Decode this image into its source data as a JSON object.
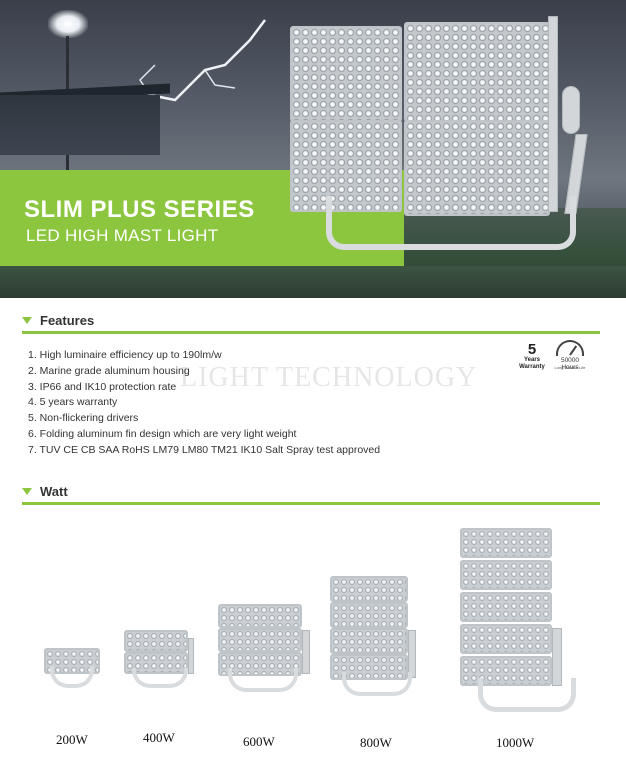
{
  "hero": {
    "series_title": "SLIM PLUS SERIES",
    "subtitle": "LED HIGH MAST LIGHT"
  },
  "features": {
    "heading": "Features",
    "items": [
      "1. High luminaire efficiency up to 190lm/w",
      "2. Marine grade aluminum housing",
      "3. IP66 and IK10 protection rate",
      "4. 5 years warranty",
      "5. Non-flickering drivers",
      "6. Folding aluminum fin design which are very light weight",
      "7. TUV CE CB SAA RoHS LM79 LM80 TM21 IK10 Salt Spray test approved"
    ],
    "watermark": "LIGHT TECHNOLOGY",
    "warranty_badge": {
      "number": "5",
      "line1": "Years",
      "line2": "Warranty"
    },
    "lifespan_badge": {
      "value": "50000",
      "unit": "Hours",
      "caption": "Long Service Life"
    }
  },
  "watt": {
    "heading": "Watt",
    "models": [
      {
        "label": "200W"
      },
      {
        "label": "400W"
      },
      {
        "label": "600W"
      },
      {
        "label": "800W"
      },
      {
        "label": "1000W"
      }
    ]
  },
  "colors": {
    "brand_green": "#8cc63f",
    "text": "#333333"
  }
}
